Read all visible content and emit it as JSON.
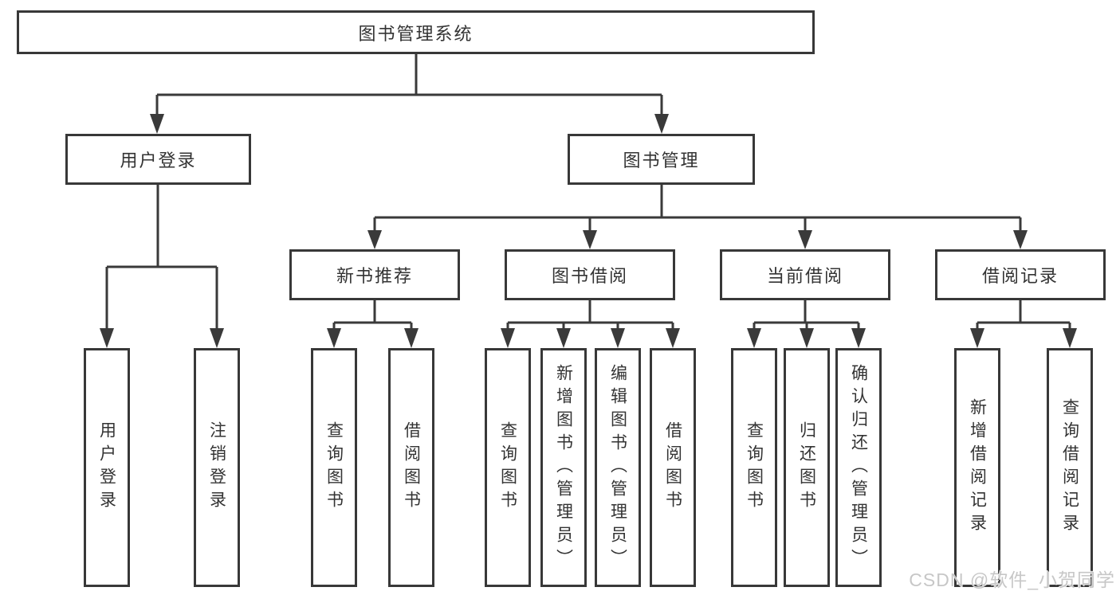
{
  "tree": {
    "root": {
      "label": "图书管理系统"
    },
    "children": [
      {
        "label": "用户登录",
        "children": [
          {
            "label": "用户登录"
          },
          {
            "label": "注销登录"
          }
        ]
      },
      {
        "label": "图书管理",
        "children": [
          {
            "label": "新书推荐",
            "children": [
              {
                "label": "查询图书"
              },
              {
                "label": "借阅图书"
              }
            ]
          },
          {
            "label": "图书借阅",
            "children": [
              {
                "label": "查询图书"
              },
              {
                "label": "新增图书（管理员）"
              },
              {
                "label": "编辑图书（管理员）"
              },
              {
                "label": "借阅图书"
              }
            ]
          },
          {
            "label": "当前借阅",
            "children": [
              {
                "label": "查询图书"
              },
              {
                "label": "归还图书"
              },
              {
                "label": "确认归还（管理员）"
              }
            ]
          },
          {
            "label": "借阅记录",
            "children": [
              {
                "label": "新增借阅记录"
              },
              {
                "label": "查询借阅记录"
              }
            ]
          }
        ]
      }
    ]
  },
  "watermark": {
    "text": "CSDN @软件_小贺同学"
  },
  "colors": {
    "line": "#3a3a3a",
    "border": "#383838",
    "text": "#333333",
    "watermark": "#c7c7c7",
    "background": "#ffffff"
  }
}
